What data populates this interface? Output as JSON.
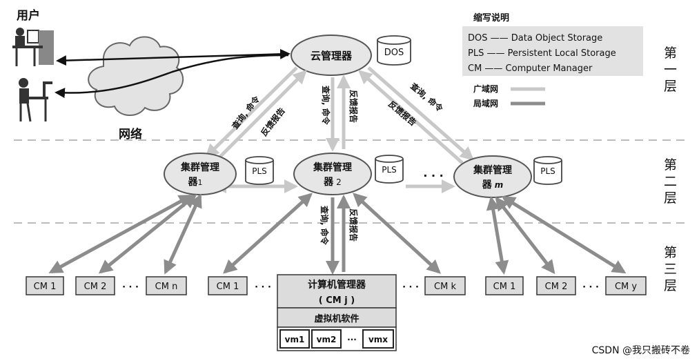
{
  "users_label": "用户",
  "network_label": "网络",
  "cloud_manager": "云管理器",
  "dos": "DOS",
  "legend": {
    "title": "缩写说明",
    "dos_line": "DOS —— Data Object Storage",
    "pls_line": "PLS —— Persistent Local Storage",
    "cm_line": "CM —— Computer Manager",
    "wan": "广域网",
    "lan": "局域网"
  },
  "layers": {
    "l1": [
      "第",
      "一",
      "层"
    ],
    "l2": [
      "第",
      "二",
      "层"
    ],
    "l3": [
      "第",
      "三",
      "层"
    ]
  },
  "arrows": {
    "query": "查询, 命令",
    "report": "反馈报告"
  },
  "clusters": [
    {
      "line1": "集群管理",
      "line2": "器",
      "sub": "1",
      "pls": "PLS"
    },
    {
      "line1": "集群管理",
      "line2": "器",
      "sub": "2",
      "pls": "PLS"
    },
    {
      "line1": "集群管理",
      "line2": "器",
      "sub": "m",
      "pls": "PLS"
    }
  ],
  "ellipsis": "· · ·",
  "cms": {
    "group1": [
      "CM 1",
      "CM 2",
      "CM n"
    ],
    "group2_left": "CM 1",
    "group2_right": "CM k",
    "group3": [
      "CM 1",
      "CM 2",
      "CM y"
    ]
  },
  "compute_manager": {
    "line1": "计算机管理器",
    "line2": "( CM j )",
    "vm_software": "虚拟机软件",
    "vms": [
      "vm1",
      "vm2",
      "vmx"
    ],
    "vm_dots": "···"
  },
  "watermark": "CSDN @我只搬砖不卷",
  "colors": {
    "wan": "#c8c8c8",
    "lan": "#8c8c8c",
    "ellipse_fill": "#e6e6e6",
    "box_fill": "#dcdcdc"
  }
}
